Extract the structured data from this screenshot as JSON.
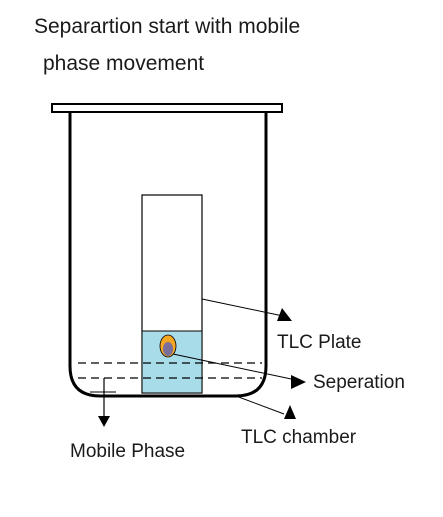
{
  "title": {
    "line1": "Separartion start with mobile",
    "line2": "phase movement"
  },
  "labels": {
    "tlc_plate": "TLC Plate",
    "seperation": "Seperation",
    "tlc_chamber": "TLC chamber",
    "mobile_phase": "Mobile Phase"
  },
  "colors": {
    "outline": "#000000",
    "mobile_phase_fill": "#a8dce8",
    "spot_outer": "#f5a623",
    "spot_inner": "#7a6f9b",
    "text": "#1a1a1a"
  }
}
